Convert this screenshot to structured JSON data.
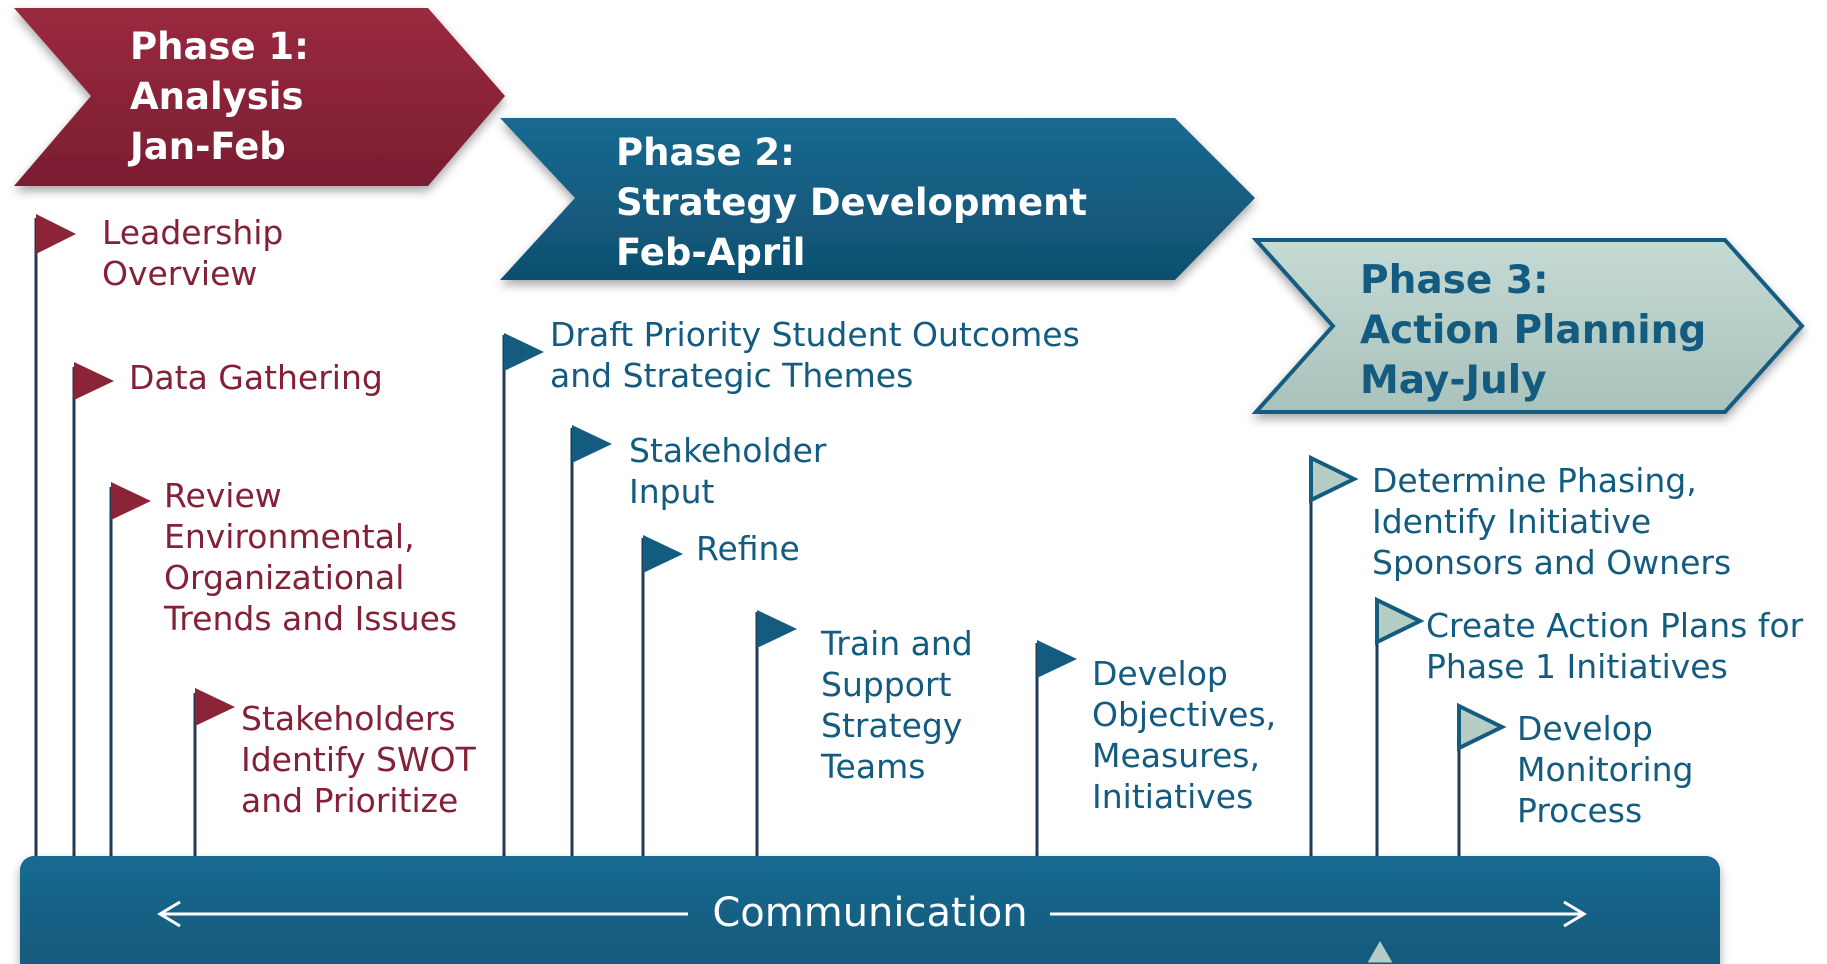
{
  "colors": {
    "phase1": "#8c2438",
    "phase2": "#135c80",
    "phase3_fill": "#b6cdc6",
    "phase3_text": "#135c80",
    "bar": "#135c80",
    "bar_text": "#ffffff"
  },
  "phases": [
    {
      "line1": "Phase 1:",
      "line2": "Analysis",
      "line3": "Jan-Feb"
    },
    {
      "line1": "Phase 2:",
      "line2": "Strategy Development",
      "line3": "Feb-April"
    },
    {
      "line1": "Phase 3:",
      "line2": "Action Planning",
      "line3": "May-July"
    }
  ],
  "milestones": {
    "leadership": [
      "Leadership",
      "Overview"
    ],
    "data_gathering": [
      "Data Gathering"
    ],
    "review": [
      "Review",
      "Environmental,",
      "Organizational",
      "Trends and Issues"
    ],
    "swot": [
      "Stakeholders",
      "Identify SWOT",
      "and  Prioritize"
    ],
    "draft": [
      "Draft Priority Student Outcomes",
      "and Strategic Themes"
    ],
    "stakeholder_input": [
      "Stakeholder",
      "Input"
    ],
    "refine": [
      "Refine"
    ],
    "train": [
      "Train and",
      "Support",
      "Strategy",
      "Teams"
    ],
    "develop_obj": [
      "Develop",
      "Objectives,",
      "Measures,",
      "Initiatives"
    ],
    "phasing": [
      "Determine Phasing,",
      "Identify Initiative",
      "Sponsors and Owners"
    ],
    "action_plans": [
      "Create Action Plans for",
      "Phase 1 Initiatives"
    ],
    "monitoring": [
      "Develop",
      "Monitoring",
      "Process"
    ]
  },
  "communication_label": "Communication"
}
